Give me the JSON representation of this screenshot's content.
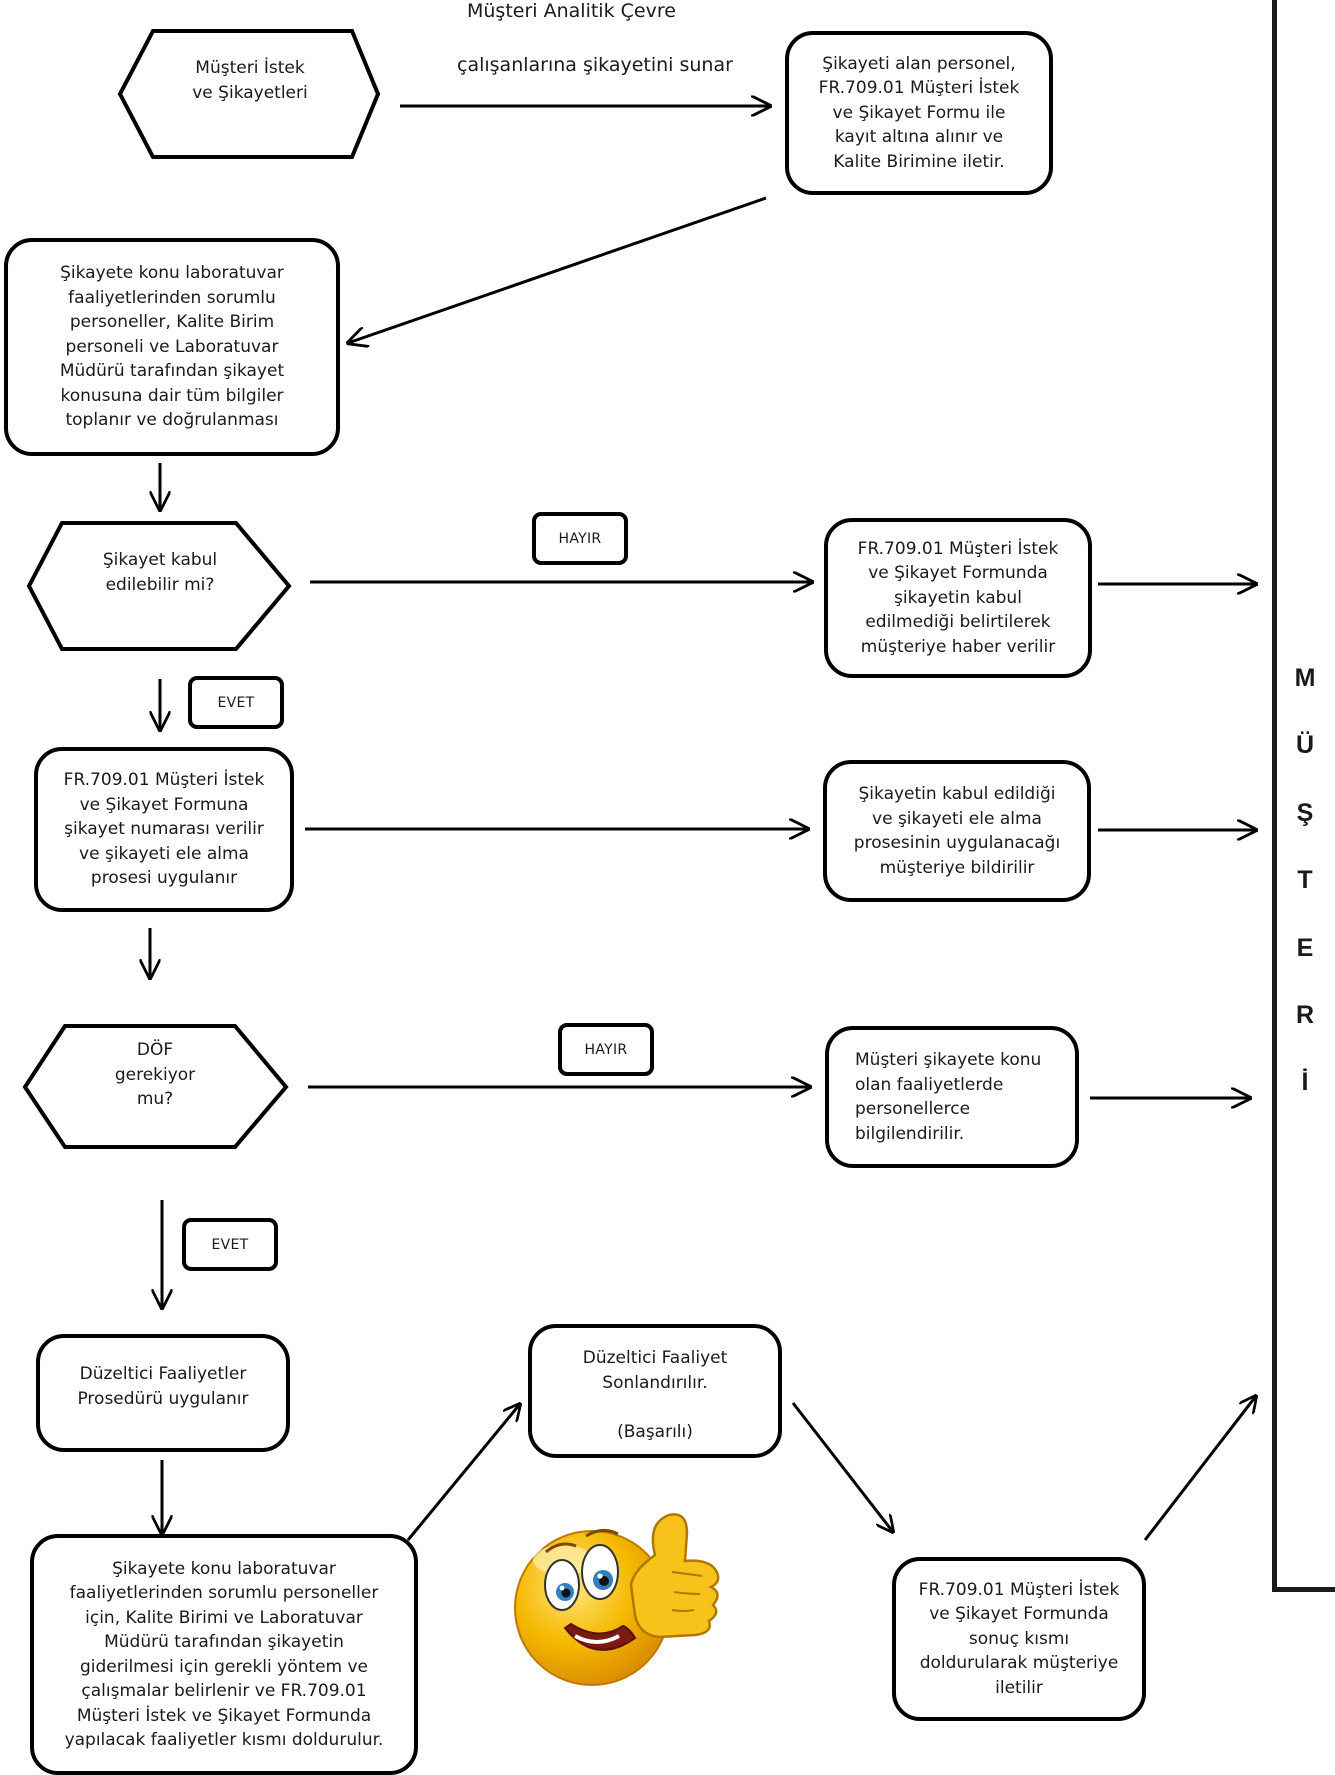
{
  "top_note": {
    "line1": "Müşteri Analitik Çevre",
    "line2": "çalışanlarına şikayetini sunar"
  },
  "hexagons": {
    "requests": "Müşteri İstek\nve Şikayetleri",
    "acceptable": "Şikayet kabul\nedilebilir mi?",
    "dof": "DÖF\ngerekiyor\nmu?"
  },
  "boxes": {
    "record": "Şikayeti alan personel,\nFR.709.01 Müşteri İstek\nve Şikayet Formu ile\nkayıt altına alınır ve\nKalite Birimine iletir.",
    "gather": "Şikayete konu laboratuvar\nfaaliyetlerinden sorumlu\npersoneller, Kalite Birim\npersoneli ve Laboratuvar\nMüdürü tarafından şikayet\nkonusuna dair tüm bilgiler\ntoplanır ve doğrulanması",
    "not_accepted": "FR.709.01 Müşteri İstek\nve Şikayet Formunda\nşikayetin kabul\nedilmediği belirtilerek\nmüşteriye haber verilir",
    "number": "FR.709.01 Müşteri İstek\nve Şikayet Formuna\nşikayet numarası verilir\nve şikayeti ele alma\nprosesi uygulanır",
    "accepted": "Şikayetin kabul edildiği\nve şikayeti ele alma\nprosesinin uygulanacağı\nmüşteriye bildirilir",
    "informed": "Müşteri şikayete konu\nolan faaliyetlerde\npersonellerce\nbilgilendirilir.",
    "corrective": "Düzeltici Faaliyetler\nProsedürü uygulanır",
    "closed": "Düzeltici Faaliyet\nSonlandırılır.\n\n(Başarılı)",
    "methods": "Şikayete konu laboratuvar\nfaaliyetlerinden sorumlu personeller\niçin, Kalite Birimi ve Laboratuvar\nMüdürü tarafından şikayetin\ngiderilmesi için gerekli yöntem ve\nçalışmalar belirlenir ve FR.709.01\nMüşteri İstek ve Şikayet Formunda\nyapılacak faaliyetler kısmı doldurulur.",
    "result": "FR.709.01 Müşteri İstek\nve Şikayet Formunda\nsonuç kısmı\ndoldurularak müşteriye\niletilir"
  },
  "tags": {
    "no1": "HAYIR",
    "yes1": "EVET",
    "no2": "HAYIR",
    "yes2": "EVET"
  },
  "customer_lane": {
    "letters": [
      "M",
      "Ü",
      "Ş",
      "T",
      "E",
      "R",
      "İ"
    ]
  },
  "emoji": {
    "icon": "thumbs-up-smiley-icon"
  },
  "colors": {
    "stroke": "#000000",
    "emoji_face": "#f5b800",
    "emoji_highlight": "#ffe680",
    "emoji_eye": "#2f7fc2"
  }
}
